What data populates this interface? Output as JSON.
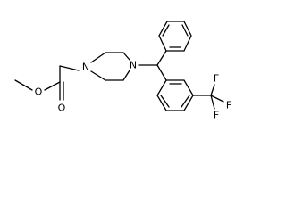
{
  "molecule": {
    "atom_labels": {
      "n_left": "N",
      "n_right": "N",
      "o_ester": "O",
      "o_carbonyl": "O",
      "f_top": "F",
      "f_right": "F",
      "f_bottom": "F"
    }
  }
}
